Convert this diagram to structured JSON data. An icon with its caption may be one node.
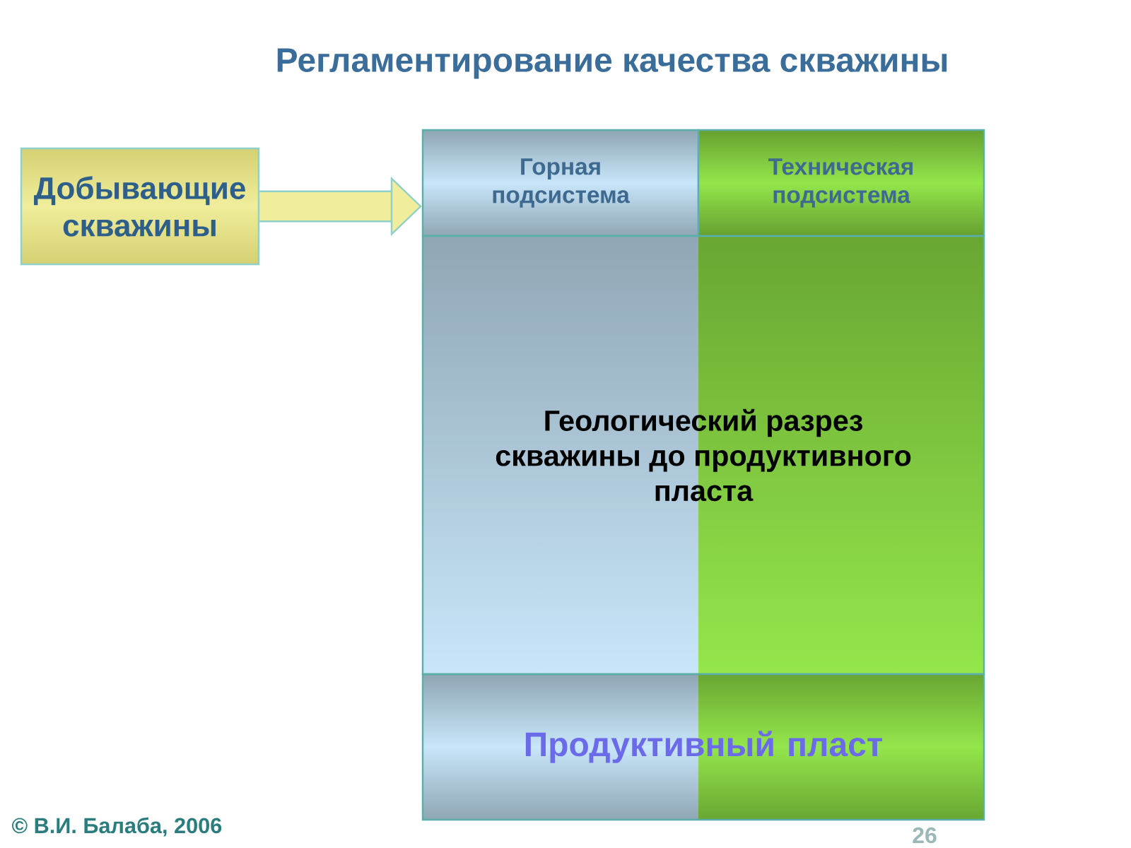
{
  "diagram": {
    "title": "Регламентирование качества скважины",
    "nodes": [
      {
        "text": [
          "Добывающие скважины"
        ]
      },
      {
        "text": [
          "Горная подсистема"
        ]
      },
      {
        "text": [
          "Техническая подсистема"
        ]
      },
      {
        "text": [
          "Геологический разрез скважины до продуктивного пласта"
        ]
      },
      {
        "text": [
          "Продуктивный пласт"
        ]
      }
    ],
    "edges": [
      {
        "from": 0,
        "to": 1,
        "arrow": "to"
      }
    ],
    "labels": [
      "© В.И. Балаба, 2006",
      "26"
    ]
  }
}
